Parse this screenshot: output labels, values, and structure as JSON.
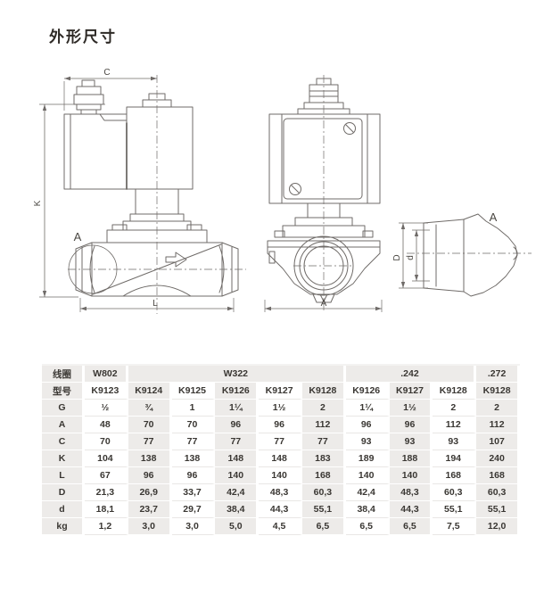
{
  "page": {
    "title": "外形尺寸"
  },
  "drawings": {
    "line_color": "#6f6b68",
    "side_view": {
      "dim_top": "C",
      "dim_left": "K",
      "dim_bottom": "L",
      "detail_callout": "A"
    },
    "front_view": {
      "dim_bottom": "A"
    },
    "detail_view": {
      "title": "A",
      "dim_outer": "D",
      "dim_inner": "d"
    }
  },
  "table": {
    "colors": {
      "shaded": "#edebe9",
      "grid_line": "#e9e7e5",
      "text": "#3a3733"
    },
    "corner_coil_label": "线圈",
    "corner_model_label": "型号",
    "coil_groups": [
      {
        "label": "W802",
        "span": 1
      },
      {
        "label": "W322",
        "span": 5
      },
      {
        "label": ".242",
        "span": 3
      },
      {
        "label": ".272",
        "span": 1
      }
    ],
    "models": [
      "K9123",
      "K9124",
      "K9125",
      "K9126",
      "K9127",
      "K9128",
      "K9126",
      "K9127",
      "K9128",
      "K9128"
    ],
    "rows": [
      {
        "label": "G",
        "values": [
          "½",
          "¾",
          "1",
          "1¼",
          "1½",
          "2",
          "1¼",
          "1½",
          "2",
          "2"
        ]
      },
      {
        "label": "A",
        "values": [
          "48",
          "70",
          "70",
          "96",
          "96",
          "112",
          "96",
          "96",
          "112",
          "112"
        ]
      },
      {
        "label": "C",
        "values": [
          "70",
          "77",
          "77",
          "77",
          "77",
          "77",
          "93",
          "93",
          "93",
          "107"
        ]
      },
      {
        "label": "K",
        "values": [
          "104",
          "138",
          "138",
          "148",
          "148",
          "183",
          "189",
          "188",
          "194",
          "240"
        ]
      },
      {
        "label": "L",
        "values": [
          "67",
          "96",
          "96",
          "140",
          "140",
          "168",
          "140",
          "140",
          "168",
          "168"
        ]
      },
      {
        "label": "D",
        "values": [
          "21,3",
          "26,9",
          "33,7",
          "42,4",
          "48,3",
          "60,3",
          "42,4",
          "48,3",
          "60,3",
          "60,3"
        ]
      },
      {
        "label": "d",
        "values": [
          "18,1",
          "23,7",
          "29,7",
          "38,4",
          "44,3",
          "55,1",
          "38,4",
          "44,3",
          "55,1",
          "55,1"
        ]
      },
      {
        "label": "kg",
        "values": [
          "1,2",
          "3,0",
          "3,0",
          "5,0",
          "4,5",
          "6,5",
          "6,5",
          "6,5",
          "7,5",
          "12,0"
        ]
      }
    ]
  }
}
